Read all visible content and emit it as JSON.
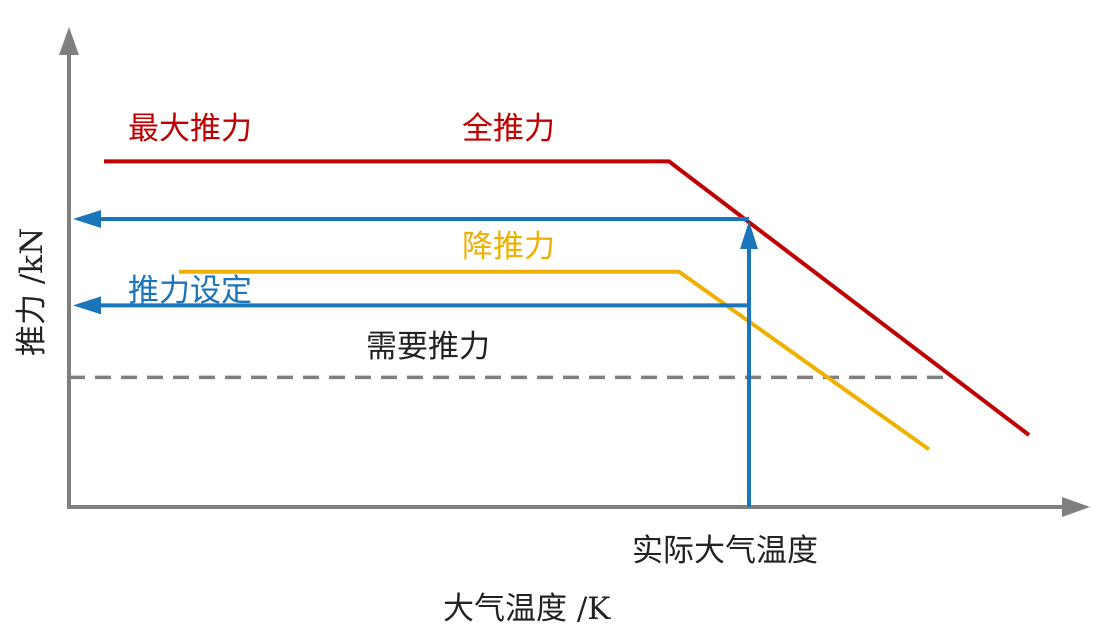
{
  "chart_data": {
    "type": "line",
    "xlabel": "大气温度 /K",
    "ylabel": "推力 /kN",
    "grid": false,
    "colors": {
      "axis": "#7f7f7f",
      "full": "#c00000",
      "derated": "#f0b000",
      "setting": "#1a75bb",
      "required": "#7f7f7f",
      "text_dark": "#222222"
    },
    "series": [
      {
        "name": "最大推力",
        "x": [
          0.035,
          0.6,
          0.96
        ],
        "y": [
          0.72,
          0.72,
          0.15
        ]
      },
      {
        "name": "降推力",
        "x": [
          0.11,
          0.61,
          0.86
        ],
        "y": [
          0.49,
          0.49,
          0.12
        ]
      }
    ],
    "annotations": {
      "full_thrust_label": "全推力",
      "derated_label": "降推力",
      "thrust_setting_label": "推力设定",
      "required_label": "需要推力",
      "actual_temp_label": "实际大气温度",
      "actual_temp_x": 0.68,
      "required_thrust_y": 0.27,
      "full_thrust_at_actual_temp": 0.6,
      "setting_thrust_at_actual_temp": 0.42
    }
  }
}
